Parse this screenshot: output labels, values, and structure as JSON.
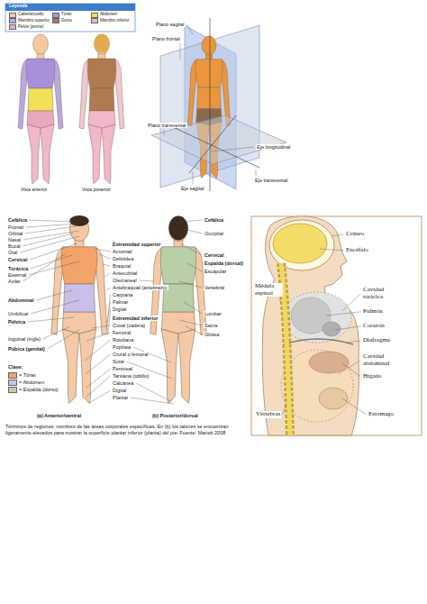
{
  "diagram": {
    "caption": "Términos de regiones: nombres de las áreas corporales específicas. En (b) los talones se encuentran ligeramente elevados para mostrar la superficie plantar inferior (planta) del pie. Fuente: Marieb 2008",
    "labels": [
      "Leyenda",
      "Vista anterior",
      "Vista posterior",
      "Plano sagital",
      "Plano frontal",
      "Plano transversal",
      "Eje longitudinal",
      "Eje sagital",
      "Eje transversal",
      "Cefálica",
      "Frontal",
      "Orbital",
      "Nasal",
      "Bucal",
      "Oral",
      "Cervical",
      "Torácica",
      "Esternal",
      "Axilar",
      "Abdominal",
      "Umbilical",
      "Pélvica",
      "Inguinal (ingle)",
      "Púbica (genital)",
      "Extremidad superior",
      "Acromial",
      "Deltoidea",
      "Braquial",
      "Antecubital",
      "Olecraneal",
      "Antebraquial (antebrazo)",
      "Carpiana",
      "Palmar",
      "Digital",
      "Extremidad inferior",
      "Coxal (cadera)",
      "Femoral",
      "Rotuliana",
      "Poplítea",
      "Crural o femoral",
      "Sural",
      "Peroneal",
      "Tarsiana (tobillo)",
      "Calcánea",
      "Digital",
      "Plantar",
      "Cefálica",
      "Occipital",
      "Cervical",
      "Espalda (dorsal)",
      "Escapular",
      "Vertebral",
      "Lumbar",
      "Sacra",
      "Glútea",
      "Clave:",
      "(a) Anterior/ventral",
      "(b) Posterior/dorsal",
      "Cráneo",
      "Encéfalo",
      "Médula espinal",
      "Cavidad torácica",
      "Pulmón",
      "Corazón",
      "Diafragma",
      "Cavidad abdominal",
      "Hígado",
      "Vértebras",
      "Estómago"
    ],
    "legend": [
      {
        "text": "Cabeza/cuello",
        "color": "#f4c8a0"
      },
      {
        "text": "Tórax",
        "color": "#a890d8"
      },
      {
        "text": "Abdomen",
        "color": "#f2e05a"
      },
      {
        "text": "Miembro superior",
        "color": "#b7a8e0"
      },
      {
        "text": "Dorso",
        "color": "#b07a50"
      },
      {
        "text": "Miembro inferior",
        "color": "#f0b8c8"
      },
      {
        "text": "Pelvis (periné)",
        "color": "#e8a8c0"
      },
      {
        "text": "= Tórax",
        "color": "#f2a46a"
      },
      {
        "text": "= Abdomen",
        "color": "#c9c0ea"
      },
      {
        "text": "= Espalda (dorso)",
        "color": "#b8cfa8"
      }
    ]
  }
}
